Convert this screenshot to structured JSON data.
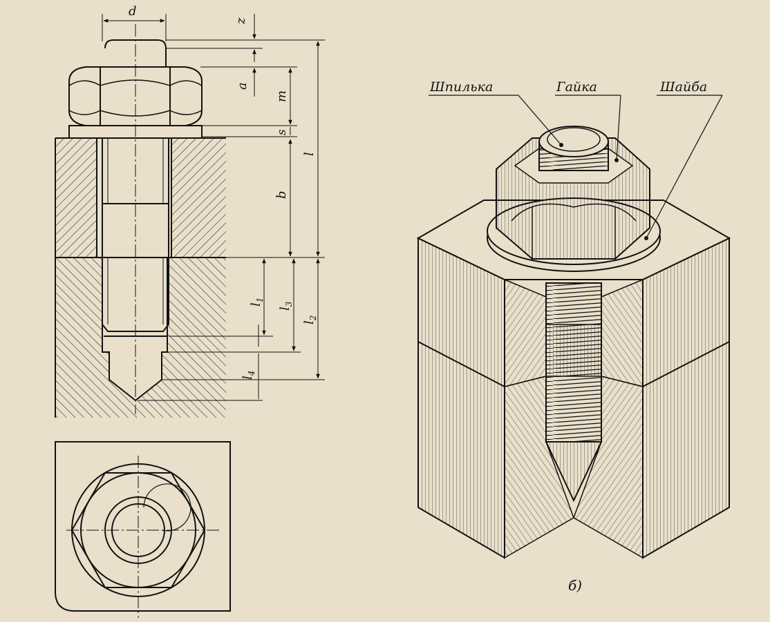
{
  "dimension_labels": {
    "d": "d",
    "z": "z",
    "a": "a",
    "m": "m",
    "s": "s",
    "l": "l",
    "b": "b",
    "l1": "l",
    "l1_sub": "1",
    "l2": "l",
    "l2_sub": "2",
    "l3": "l",
    "l3_sub": "3",
    "l4": "l",
    "l4_sub": "4"
  },
  "callouts": {
    "stud": "Шпилька",
    "nut": "Гайка",
    "washer": "Шайба"
  },
  "panel_labels": {
    "b": "б)"
  },
  "colors": {
    "paper": "#e9dfca",
    "ink": "#111111"
  }
}
